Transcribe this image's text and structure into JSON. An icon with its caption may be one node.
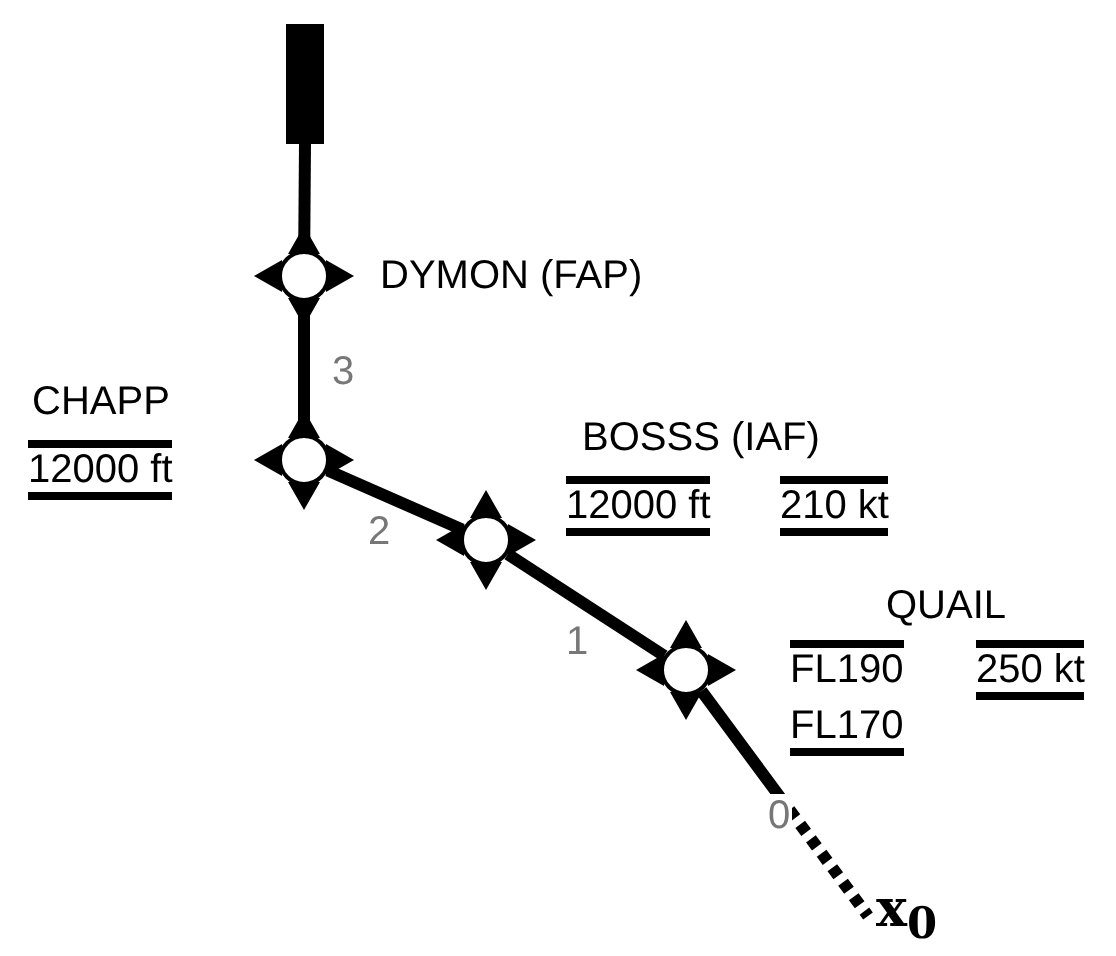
{
  "diagram": {
    "nodes": [
      {
        "text": [],
        "shape": "bar"
      },
      {
        "text": [
          "DYMON (FAP)"
        ]
      },
      {
        "text": [
          "CHAPP",
          "12000 ft"
        ]
      },
      {
        "text": [
          "BOSSS (IAF)",
          "12000 ft",
          "210 kt"
        ]
      },
      {
        "text": [
          "QUAIL",
          "FL190",
          "FL170",
          "250 kt"
        ]
      },
      {
        "text": [
          "x$_{0}$"
        ]
      }
    ],
    "edges": [
      {
        "from": 0,
        "to": 1,
        "arrow": "none"
      },
      {
        "from": 1,
        "to": 2,
        "arrow": "none",
        "label": "3"
      },
      {
        "from": 2,
        "to": 3,
        "arrow": "none",
        "label": "2"
      },
      {
        "from": 3,
        "to": 4,
        "arrow": "none",
        "label": "1"
      },
      {
        "from": 4,
        "to": 5,
        "arrow": "none",
        "label": "0",
        "style": "dashed"
      }
    ]
  }
}
